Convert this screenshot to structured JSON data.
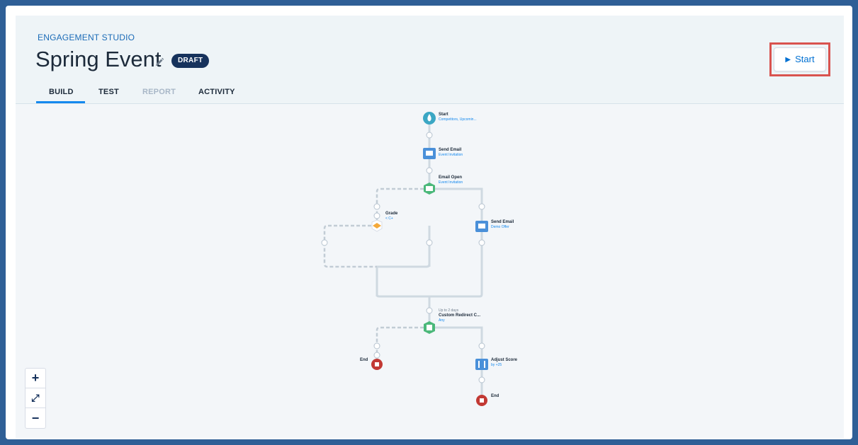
{
  "header": {
    "brand": "ENGAGEMENT STUDIO",
    "title": "Spring Event",
    "status_badge": "DRAFT",
    "start_label": "Start"
  },
  "tabs": [
    {
      "label": "BUILD",
      "active": true,
      "disabled": false
    },
    {
      "label": "TEST",
      "active": false,
      "disabled": false
    },
    {
      "label": "REPORT",
      "active": false,
      "disabled": true
    },
    {
      "label": "ACTIVITY",
      "active": false,
      "disabled": false
    }
  ],
  "flow": {
    "start": {
      "title": "Start",
      "subtitle": "Competitors, Upcomin..."
    },
    "send_email_1": {
      "title": "Send Email",
      "subtitle": "Event Invitation"
    },
    "email_open": {
      "title": "Email Open",
      "subtitle": "Event Invitation"
    },
    "grade": {
      "title": "Grade",
      "subtitle": "< C+"
    },
    "send_email_2": {
      "title": "Send Email",
      "subtitle": "Demo Offer"
    },
    "custom_redirect": {
      "note": "Up to 2 days",
      "title": "Custom Redirect C...",
      "subtitle": "Any"
    },
    "end_left": {
      "title": "End"
    },
    "adjust_score": {
      "title": "Adjust Score",
      "subtitle": "by +25"
    },
    "end_right": {
      "title": "End"
    }
  },
  "zoom_controls": {
    "zoom_in": "+",
    "fit": "⤢",
    "zoom_out": "−"
  },
  "colors": {
    "page_bg": "#2f5f96",
    "accent_blue": "#1589ee",
    "badge_navy": "#16325c",
    "highlight_red": "#d9534f",
    "trigger_green": "#4bb87a",
    "action_blue": "#4a90d9",
    "rule_orange": "#f4a93a",
    "start_teal": "#3ba7c4",
    "end_red": "#c23934"
  }
}
